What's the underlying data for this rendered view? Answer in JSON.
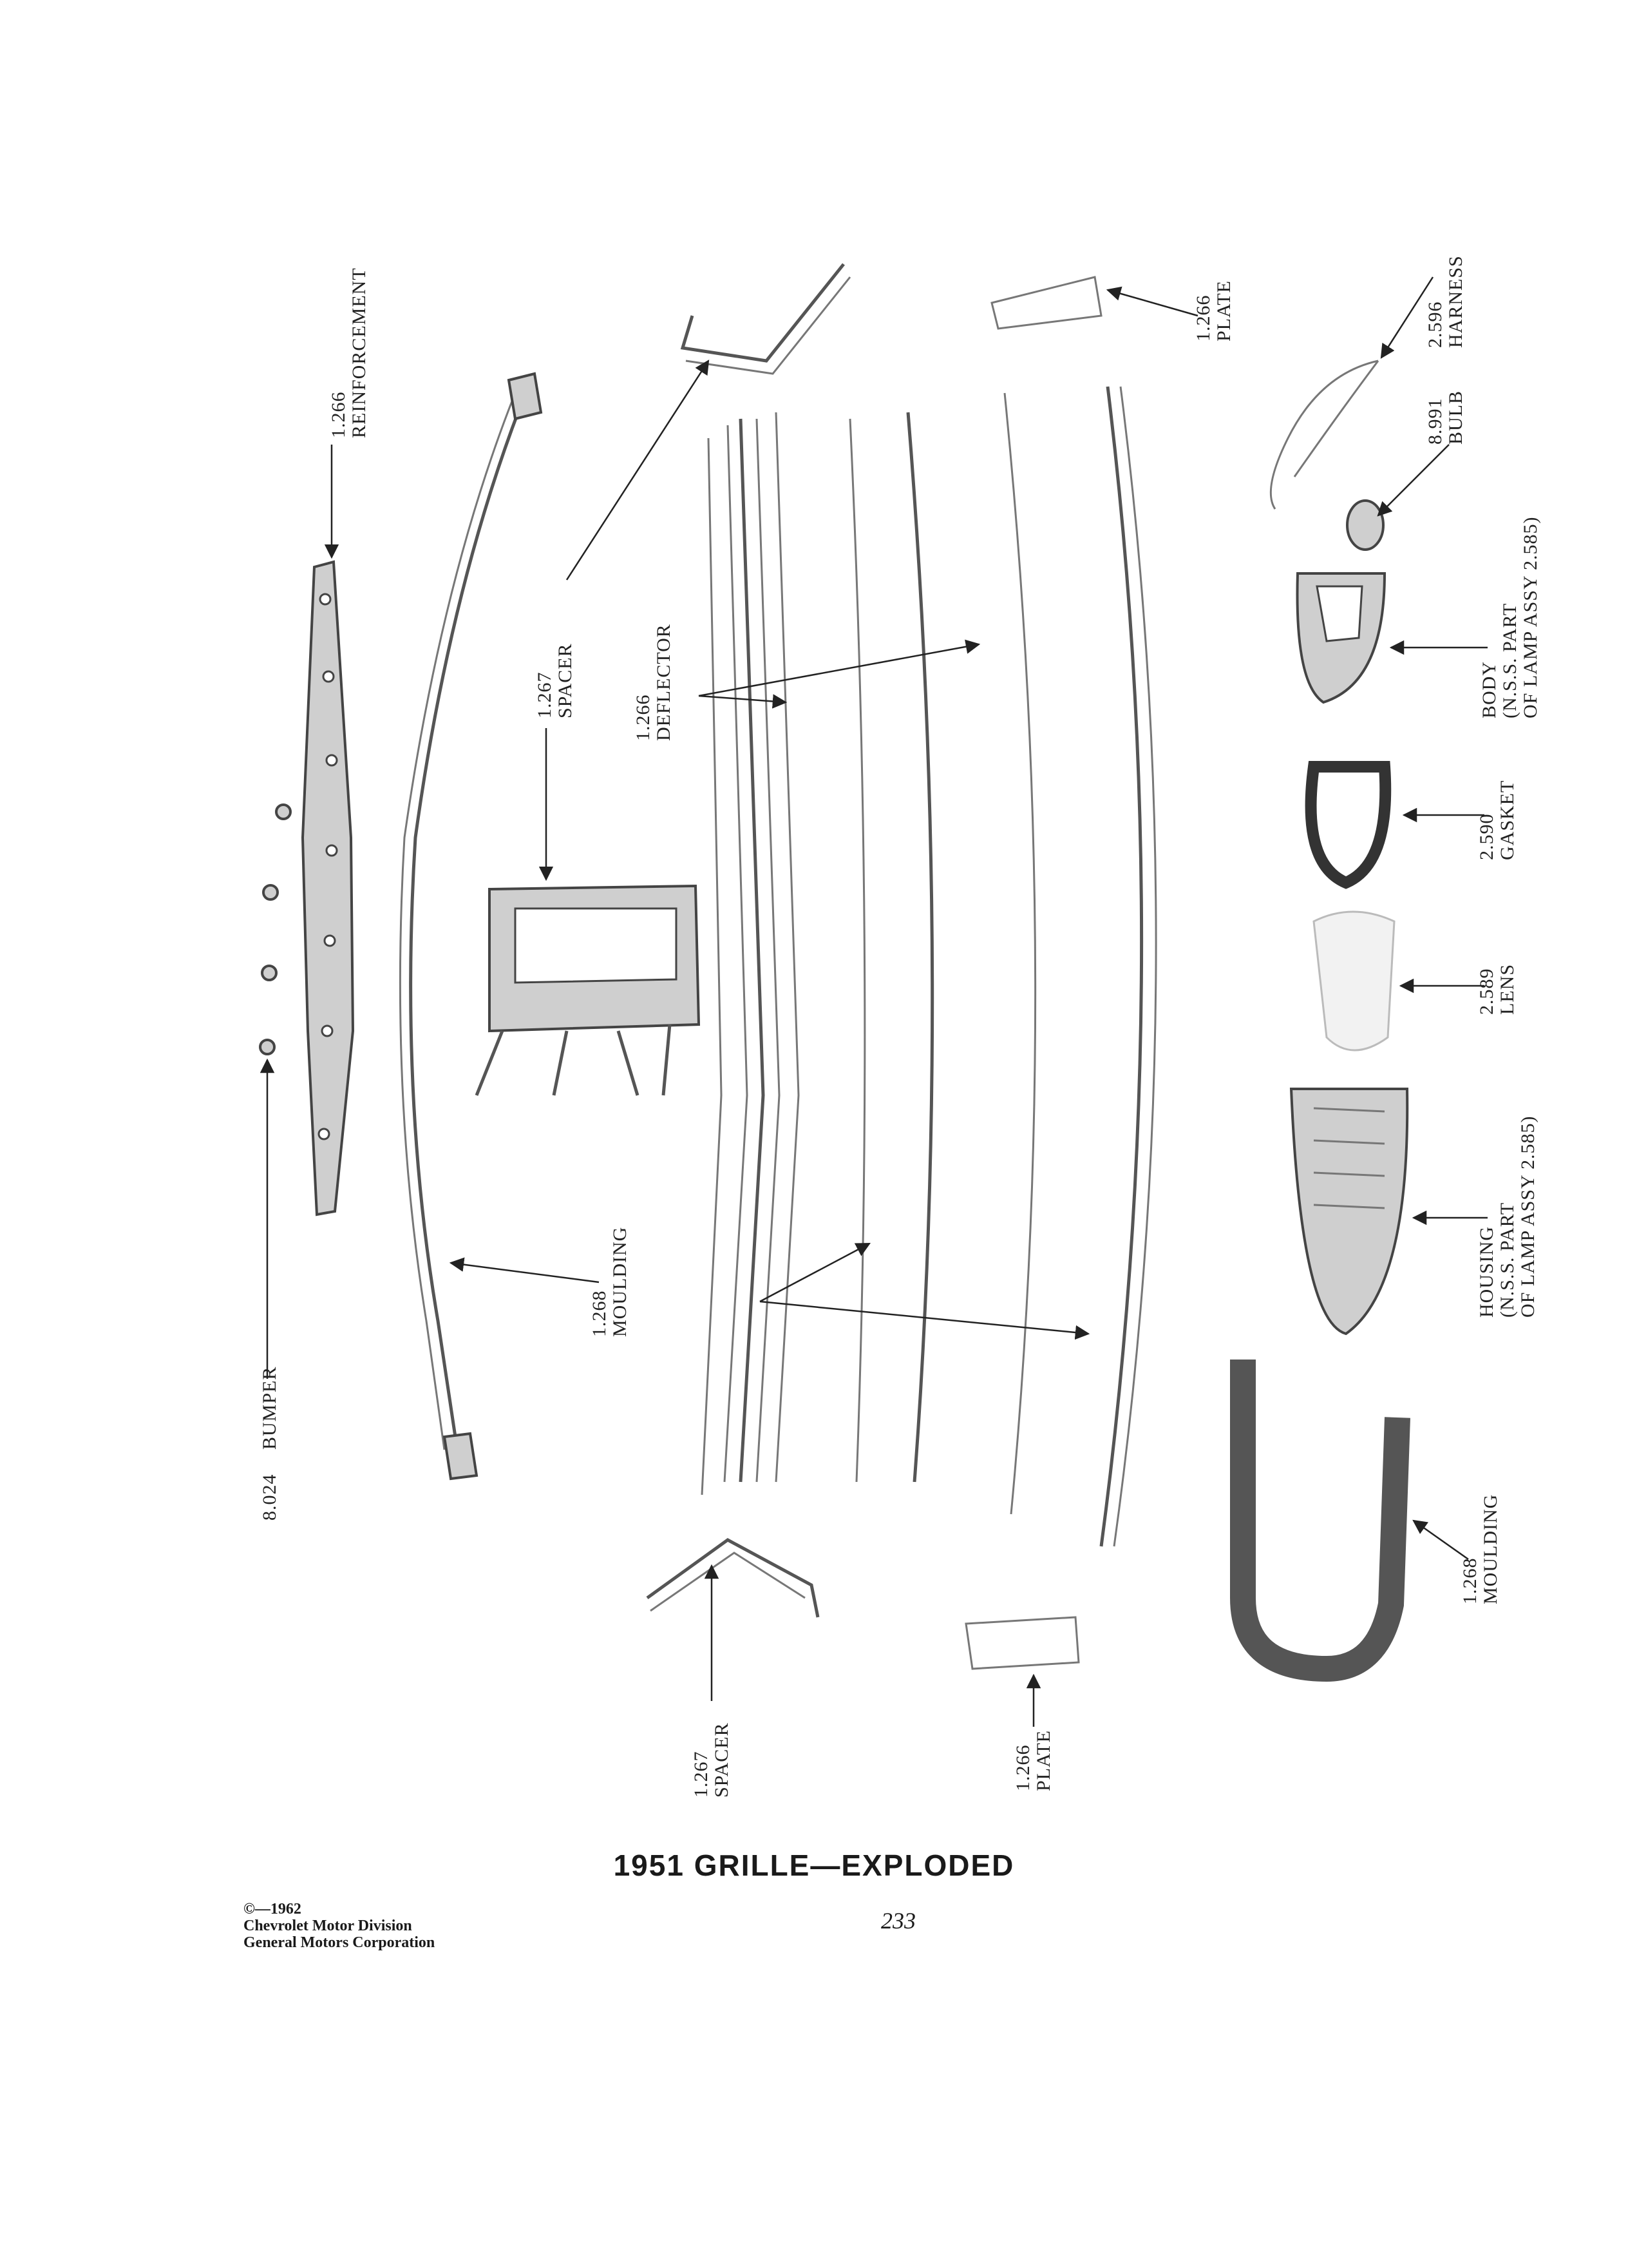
{
  "labels": {
    "reinforcement": {
      "number": "1.266",
      "name": "REINFORCEMENT"
    },
    "bumper": {
      "number": "8.024",
      "name": "BUMPER"
    },
    "spacer_top": {
      "number": "1.267",
      "name": "SPACER"
    },
    "deflector": {
      "number": "1.266",
      "name": "DEFLECTOR"
    },
    "moulding_center": {
      "number": "1.268",
      "name": "MOULDING"
    },
    "plate_top": {
      "number": "1.266",
      "name": "PLATE"
    },
    "harness": {
      "number": "2.596",
      "name": "HARNESS"
    },
    "bulb": {
      "number": "8.991",
      "name": "BULB"
    },
    "body": {
      "line1": "BODY",
      "line2": "(N.S.S. PART",
      "line3": "OF LAMP ASSY 2.585)"
    },
    "gasket": {
      "number": "2.590",
      "name": "GASKET"
    },
    "lens": {
      "number": "2.589",
      "name": "LENS"
    },
    "housing": {
      "line1": "HOUSING",
      "line2": "(N.S.S. PART",
      "line3": "OF LAMP ASSY 2.585)"
    },
    "moulding_right": {
      "number": "1.268",
      "name": "MOULDING"
    },
    "spacer_bottom": {
      "number": "1.267",
      "name": "SPACER"
    },
    "plate_bottom": {
      "number": "1.266",
      "name": "PLATE"
    }
  },
  "caption": "1951 GRILLE—EXPLODED",
  "copyright": {
    "line1": "©—1962",
    "line2": "Chevrolet Motor Division",
    "line3": "General Motors Corporation"
  },
  "page_number": "233"
}
